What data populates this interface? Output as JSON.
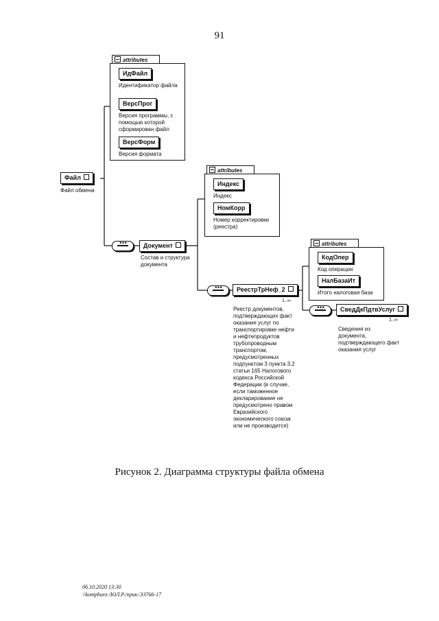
{
  "page_number": "91",
  "attributes_label": "attributes",
  "nodes": {
    "root": {
      "name": "Файл",
      "desc": "Файл обмена"
    },
    "document": {
      "name": "Документ",
      "desc": "Состав и структура документа"
    },
    "registry": {
      "name": "РеестрТрНеф_2",
      "mult": "1..∞",
      "desc": "Реестр документов, подтверждающих факт оказания услуг по транспортировке нефти и нефтепродуктов трубопроводным транспортом, предусмотренных подпунктом 3 пункта 3.2 статьи 165 Налогового кодекса Российской Федерации (в случае, если таможенное декларирование не предусмотрено правом Евразийского экономического союза или не производится)"
    },
    "services": {
      "name": "СведДкПдтвУслуг",
      "mult": "1..∞",
      "desc": "Сведения из документа, подтверждающего факт оказания услуг"
    }
  },
  "attr_file": [
    {
      "name": "ИдФайл",
      "desc": "Идентификатор файла"
    },
    {
      "name": "ВерсПрог",
      "desc": "Версия программы, с помощью которой сформирован файл"
    },
    {
      "name": "ВерсФорм",
      "desc": "Версия формата"
    }
  ],
  "attr_doc": [
    {
      "name": "Индекс",
      "desc": "Индекс"
    },
    {
      "name": "НомКорр",
      "desc": "Номер корректировки (реестра)"
    }
  ],
  "attr_registry": [
    {
      "name": "КодОпер",
      "desc": "Код операции"
    },
    {
      "name": "НалБазаИт",
      "desc": "Итого налоговая база"
    }
  ],
  "caption": "Рисунок 2. Диаграмма структуры файла обмена",
  "footer": {
    "line1": "06.10.2020 13:30",
    "line2": "\\\\kompburo /ЮЛ.Р./прик-ЭЗ766-17"
  }
}
